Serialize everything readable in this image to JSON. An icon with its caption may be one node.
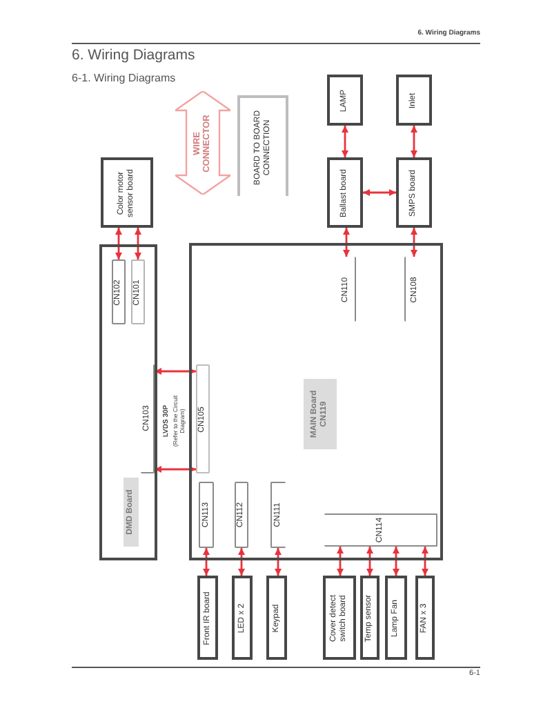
{
  "diagram": {
    "title": "6. Wiring Diagrams",
    "nodes": [
      {
        "text": [
          "LAMP"
        ]
      },
      {
        "text": [
          "Inlet"
        ]
      },
      {
        "text": [
          "Color motor sensor board"
        ]
      },
      {
        "text": [
          "Ballast board"
        ]
      },
      {
        "text": [
          "SMPS board"
        ]
      },
      {
        "text": [
          "DMD Board"
        ]
      },
      {
        "text": [
          "CN102"
        ],
        "in": 5
      },
      {
        "text": [
          "CN101"
        ],
        "in": 5
      },
      {
        "text": [
          "CN103"
        ],
        "in": 5
      },
      {
        "text": [
          "MAIN Board CN119"
        ]
      },
      {
        "text": [
          "CN110"
        ],
        "in": 9
      },
      {
        "text": [
          "CN108"
        ],
        "in": 9
      },
      {
        "text": [
          "CN105"
        ],
        "in": 9
      },
      {
        "text": [
          "CN113"
        ],
        "in": 9
      },
      {
        "text": [
          "CN112"
        ],
        "in": 9
      },
      {
        "text": [
          "CN111"
        ],
        "in": 9
      },
      {
        "text": [
          "CN114"
        ],
        "in": 9
      },
      {
        "text": [
          "Front IR board"
        ]
      },
      {
        "text": [
          "LED x 2"
        ]
      },
      {
        "text": [
          "Keypad"
        ]
      },
      {
        "text": [
          "Cover detect switch board"
        ]
      },
      {
        "text": [
          "Temp sensor"
        ]
      },
      {
        "text": [
          "Lamp Fan"
        ]
      },
      {
        "text": [
          "FAN x 3"
        ]
      }
    ],
    "edges": [
      {
        "from": 6,
        "to": 2,
        "arrow": "both"
      },
      {
        "from": 7,
        "to": 2,
        "arrow": "both"
      },
      {
        "from": 3,
        "to": 0,
        "arrow": "both"
      },
      {
        "from": 4,
        "to": 1,
        "arrow": "both"
      },
      {
        "from": 3,
        "to": 4,
        "arrow": "both"
      },
      {
        "from": 10,
        "to": 3,
        "arrow": "both"
      },
      {
        "from": 11,
        "to": 4,
        "arrow": "both"
      },
      {
        "from": 8,
        "to": 12,
        "arrow": "both"
      },
      {
        "from": 8,
        "to": 12,
        "arrow": "both"
      },
      {
        "from": 13,
        "to": 17,
        "arrow": "both"
      },
      {
        "from": 14,
        "to": 18,
        "arrow": "both"
      },
      {
        "from": 15,
        "to": 19,
        "arrow": "both"
      },
      {
        "from": 16,
        "to": 20,
        "arrow": "both"
      },
      {
        "from": 16,
        "to": 21,
        "arrow": "both"
      },
      {
        "from": 16,
        "to": 22,
        "arrow": "both"
      },
      {
        "from": 16,
        "to": 23,
        "arrow": "both"
      }
    ],
    "labels": [
      "6. Wiring Diagrams",
      "6-1. Wiring Diagrams",
      "LVDS 30P",
      "(Refer to the Circuit Diagram)",
      "6-1"
    ],
    "legend": [
      {
        "text": "WIRE CONNECTOR"
      },
      {
        "text": "BOARD TO BOARD CONNECTION"
      }
    ]
  }
}
